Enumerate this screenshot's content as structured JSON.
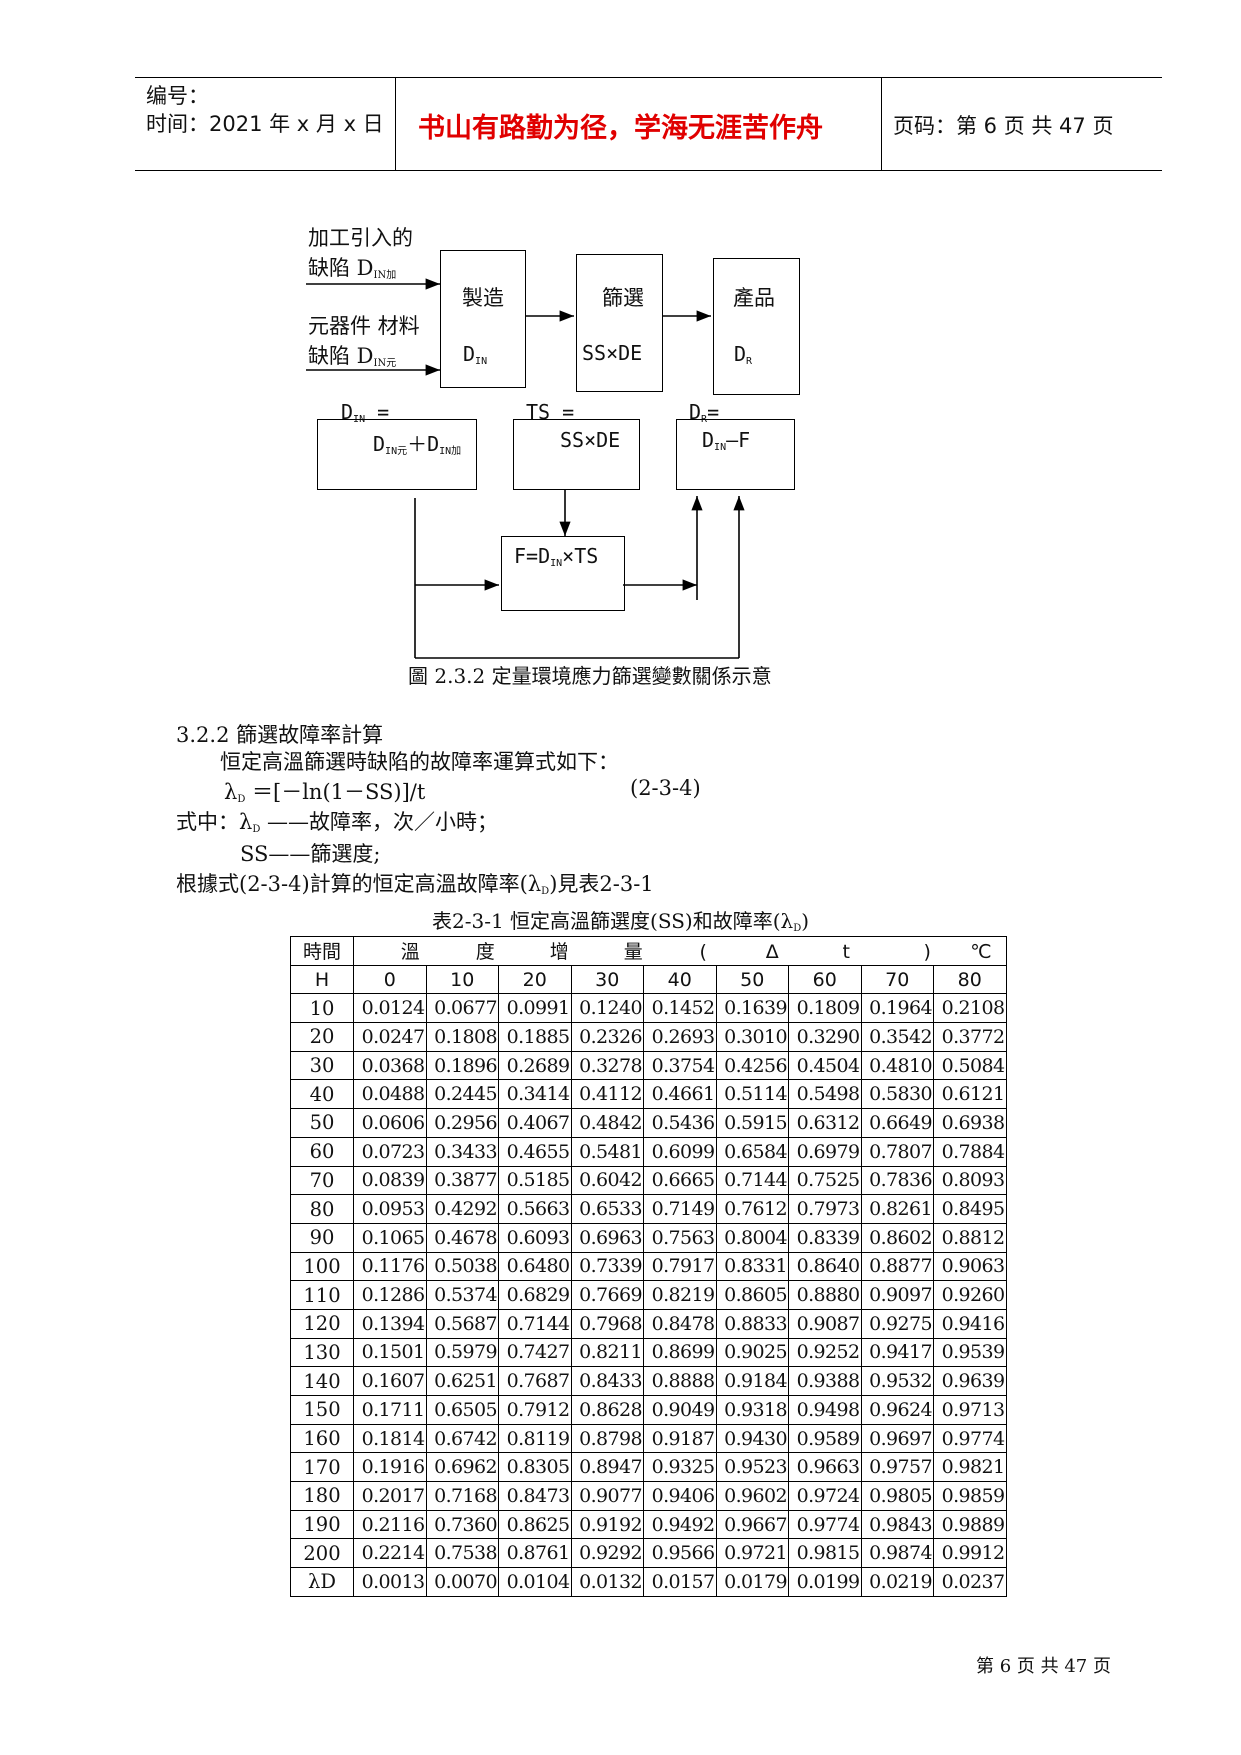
{
  "header": {
    "number_label": "编号：",
    "time_label": "时间：2021 年 x 月 x 日",
    "motto": "书山有路勤为径，学海无涯苦作舟",
    "page_label": "页码：第 6 页  共 47 页"
  },
  "diagram": {
    "input1_line1": "加工引入的",
    "input1_line2": "缺陷 D",
    "input1_sub": "IN加",
    "input2_line1": "元器件 材料",
    "input2_line2": "缺陷 D",
    "input2_sub": "IN元",
    "box_manufacture": "製造",
    "box_manufacture_sym": "D",
    "box_manufacture_sub": "IN",
    "box_screen": "篩選",
    "box_screen_sym": "SS×DE",
    "box_product": "產品",
    "box_product_sym": "D",
    "box_product_sub": "R",
    "label_din": "D",
    "label_din_sub": "IN",
    "label_din_eq": " =",
    "eq_din_a": "D",
    "eq_din_a_sub": "IN元",
    "eq_din_plus": "＋D",
    "eq_din_b_sub": "IN加",
    "label_ts": "TS  =",
    "eq_ts": "SS×DE",
    "label_dr": "D",
    "label_dr_sub": "R",
    "label_dr_eq": "=",
    "eq_dr": "D",
    "eq_dr_sub": "IN",
    "eq_dr_rest": "—F",
    "eq_f": "F=D",
    "eq_f_sub": "IN",
    "eq_f_rest": "×TS",
    "caption": "圖  2.3.2  定量環境應力篩選變數關係示意"
  },
  "section": {
    "heading": "3.2.2   篩選故障率計算",
    "intro": "恒定高溫篩選時缺陷的故障率運算式如下：",
    "formula": "λ",
    "formula_sub": "D",
    "formula_rest": " ＝[－ln(1－SS)]/t",
    "formula_no": "(2-3-4)",
    "where_prefix": "式中：λ",
    "where_sub": "D",
    "where_rest": " ——故障率，次／小時；",
    "ss_def": "SS——篩選度;",
    "ref_text_a": "根據式(2-3-4)計算的恒定高溫故障率(λ",
    "ref_sub": "D",
    "ref_text_b": ")見表2-3-1"
  },
  "table": {
    "caption_a": "表2-3-1  恒定高溫篩選度(SS)和故障率(λ",
    "caption_sub": "D",
    "caption_b": ")",
    "head1_time": "時間",
    "head1_span": [
      "溫",
      "度",
      "增",
      "量",
      "(",
      "Δ",
      "t",
      ")",
      "℃"
    ],
    "head2": [
      "H",
      "0",
      "10",
      "20",
      "30",
      "40",
      "50",
      "60",
      "70",
      "80"
    ],
    "rows": [
      [
        "10",
        "0.0124",
        "0.0677",
        "0.0991",
        "0.1240",
        "0.1452",
        "0.1639",
        "0.1809",
        "0.1964",
        "0.2108"
      ],
      [
        "20",
        "0.0247",
        "0.1808",
        "0.1885",
        "0.2326",
        "0.2693",
        "0.3010",
        "0.3290",
        "0.3542",
        "0.3772"
      ],
      [
        "30",
        "0.0368",
        "0.1896",
        "0.2689",
        "0.3278",
        "0.3754",
        "0.4256",
        "0.4504",
        "0.4810",
        "0.5084"
      ],
      [
        "40",
        "0.0488",
        "0.2445",
        "0.3414",
        "0.4112",
        "0.4661",
        "0.5114",
        "0.5498",
        "0.5830",
        "0.6121"
      ],
      [
        "50",
        "0.0606",
        "0.2956",
        "0.4067",
        "0.4842",
        "0.5436",
        "0.5915",
        "0.6312",
        "0.6649",
        "0.6938"
      ],
      [
        "60",
        "0.0723",
        "0.3433",
        "0.4655",
        "0.5481",
        "0.6099",
        "0.6584",
        "0.6979",
        "0.7807",
        "0.7884"
      ],
      [
        "70",
        "0.0839",
        "0.3877",
        "0.5185",
        "0.6042",
        "0.6665",
        "0.7144",
        "0.7525",
        "0.7836",
        "0.8093"
      ],
      [
        "80",
        "0.0953",
        "0.4292",
        "0.5663",
        "0.6533",
        "0.7149",
        "0.7612",
        "0.7973",
        "0.8261",
        "0.8495"
      ],
      [
        "90",
        "0.1065",
        "0.4678",
        "0.6093",
        "0.6963",
        "0.7563",
        "0.8004",
        "0.8339",
        "0.8602",
        "0.8812"
      ],
      [
        "100",
        "0.1176",
        "0.5038",
        "0.6480",
        "0.7339",
        "0.7917",
        "0.8331",
        "0.8640",
        "0.8877",
        "0.9063"
      ],
      [
        "110",
        "0.1286",
        "0.5374",
        "0.6829",
        "0.7669",
        "0.8219",
        "0.8605",
        "0.8880",
        "0.9097",
        "0.9260"
      ],
      [
        "120",
        "0.1394",
        "0.5687",
        "0.7144",
        "0.7968",
        "0.8478",
        "0.8833",
        "0.9087",
        "0.9275",
        "0.9416"
      ],
      [
        "130",
        "0.1501",
        "0.5979",
        "0.7427",
        "0.8211",
        "0.8699",
        "0.9025",
        "0.9252",
        "0.9417",
        "0.9539"
      ],
      [
        "140",
        "0.1607",
        "0.6251",
        "0.7687",
        "0.8433",
        "0.8888",
        "0.9184",
        "0.9388",
        "0.9532",
        "0.9639"
      ],
      [
        "150",
        "0.1711",
        "0.6505",
        "0.7912",
        "0.8628",
        "0.9049",
        "0.9318",
        "0.9498",
        "0.9624",
        "0.9713"
      ],
      [
        "160",
        "0.1814",
        "0.6742",
        "0.8119",
        "0.8798",
        "0.9187",
        "0.9430",
        "0.9589",
        "0.9697",
        "0.9774"
      ],
      [
        "170",
        "0.1916",
        "0.6962",
        "0.8305",
        "0.8947",
        "0.9325",
        "0.9523",
        "0.9663",
        "0.9757",
        "0.9821"
      ],
      [
        "180",
        "0.2017",
        "0.7168",
        "0.8473",
        "0.9077",
        "0.9406",
        "0.9602",
        "0.9724",
        "0.9805",
        "0.9859"
      ],
      [
        "190",
        "0.2116",
        "0.7360",
        "0.8625",
        "0.9192",
        "0.9492",
        "0.9667",
        "0.9774",
        "0.9843",
        "0.9889"
      ],
      [
        "200",
        "0.2214",
        "0.7538",
        "0.8761",
        "0.9292",
        "0.9566",
        "0.9721",
        "0.9815",
        "0.9874",
        "0.9912"
      ],
      [
        "λD",
        "0.0013",
        "0.0070",
        "0.0104",
        "0.0132",
        "0.0157",
        "0.0179",
        "0.0199",
        "0.0219",
        "0.0237"
      ]
    ]
  },
  "footer": {
    "page": "第 6 页 共 47 页"
  }
}
